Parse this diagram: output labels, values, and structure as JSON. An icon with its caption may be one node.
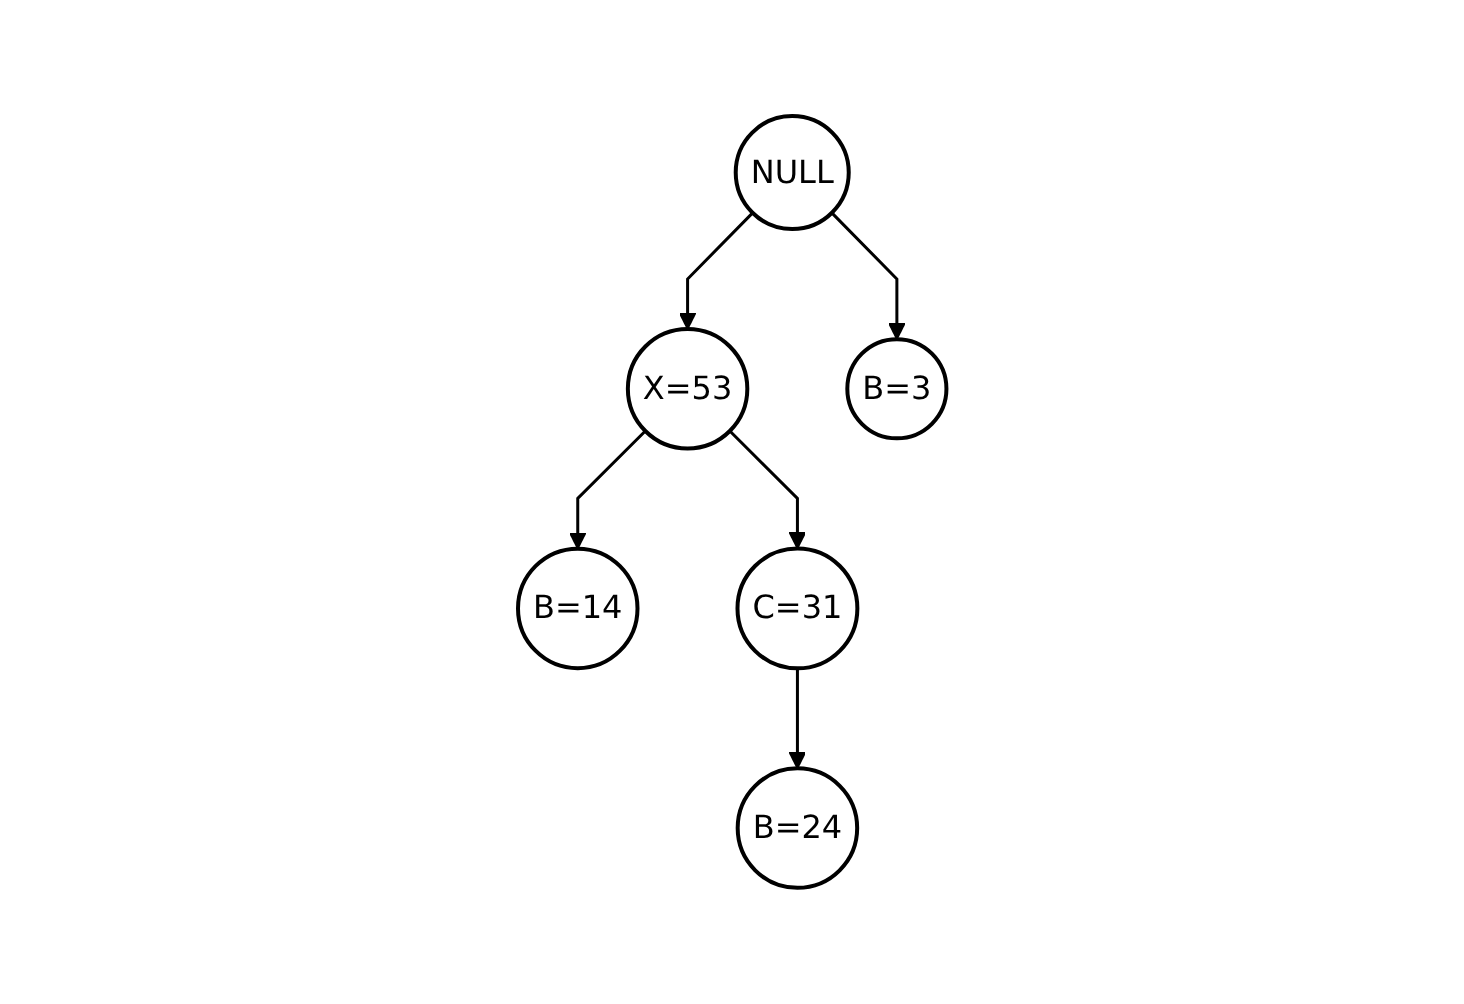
{
  "diagram": {
    "nodes": [
      {
        "text": [
          "NULL"
        ]
      },
      {
        "text": [
          "X=53"
        ]
      },
      {
        "text": [
          "B=3"
        ]
      },
      {
        "text": [
          "B=14"
        ]
      },
      {
        "text": [
          "C=31"
        ]
      },
      {
        "text": [
          "B=24"
        ]
      }
    ],
    "edges": [
      {
        "from": 0,
        "to": 1,
        "arrow": "to"
      },
      {
        "from": 0,
        "to": 2,
        "arrow": "to"
      },
      {
        "from": 1,
        "to": 3,
        "arrow": "to"
      },
      {
        "from": 1,
        "to": 4,
        "arrow": "to"
      },
      {
        "from": 4,
        "to": 5,
        "arrow": "to"
      }
    ]
  }
}
